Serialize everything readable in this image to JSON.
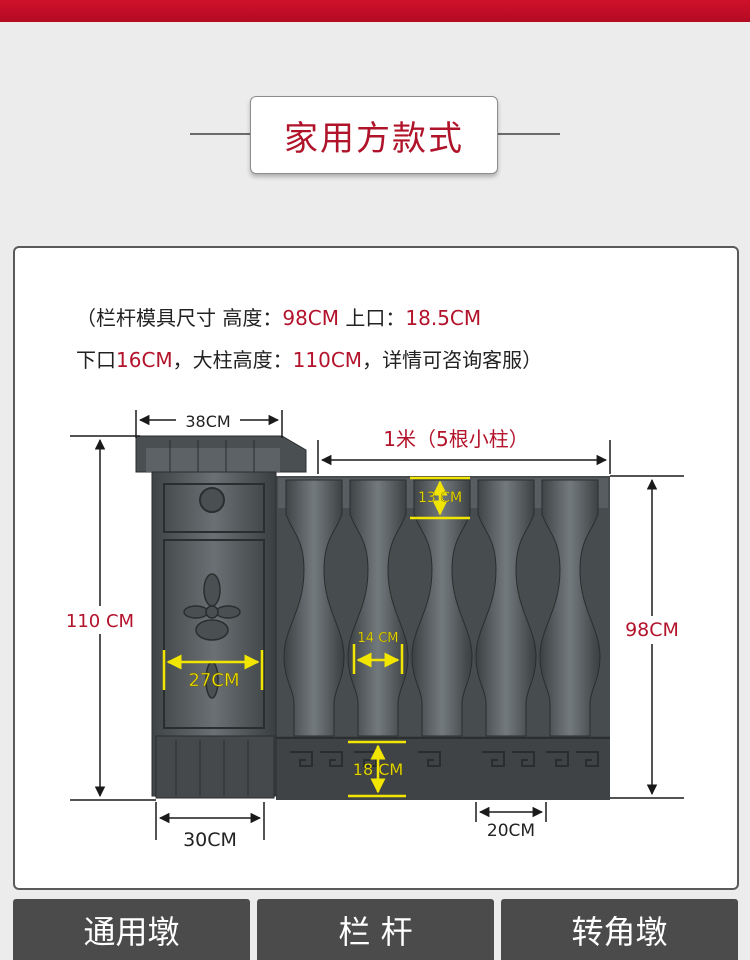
{
  "section_title": "家用方款式",
  "specs": {
    "line1": {
      "part1": "（栏杆模具尺寸  高度：",
      "height": "98CM",
      "part2": "  上口：",
      "top_opening": "18.5CM"
    },
    "line2": {
      "part1": "下口",
      "bottom_opening": "16CM",
      "part2": "，大柱高度：",
      "post_height": "110CM",
      "part3": "，详情可咨询客服）"
    }
  },
  "dimensions": {
    "post_top_width": "38CM",
    "post_height": "110 CM",
    "post_inner_width": "27CM",
    "post_base_width": "30CM",
    "railing_length": "1米（5根小柱）",
    "baluster_head": "13 CM",
    "baluster_neck": "14 CM",
    "baluster_foot": "18 CM",
    "railing_height": "98CM",
    "baluster_spacing": "20CM"
  },
  "tabs": [
    {
      "label": "通用墩"
    },
    {
      "label": "栏 杆"
    },
    {
      "label": "转角墩"
    }
  ],
  "colors": {
    "accent": "#b3132b",
    "dimension_highlight": "#f2e600",
    "mold_dark": "#4f5456",
    "tab_bg": "#4b4b4b"
  }
}
